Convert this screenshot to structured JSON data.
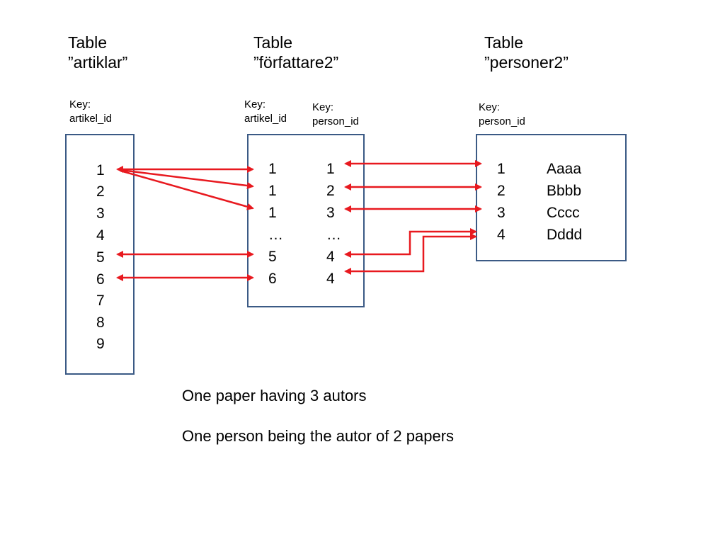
{
  "tables": {
    "artiklar": {
      "title_line1": "Table",
      "title_line2": "”artiklar”",
      "key_label": "Key:",
      "key_field": "artikel_id",
      "rows": [
        "1",
        "2",
        "3",
        "4",
        "5",
        "6",
        "7",
        "8",
        "9"
      ]
    },
    "forfattare2": {
      "title_line1": "Table",
      "title_line2": "”författare2”",
      "key1_label": "Key:",
      "key1_field": "artikel_id",
      "key2_label": "Key:",
      "key2_field": "person_id",
      "col_artikel": [
        "1",
        "1",
        "1",
        "…",
        "5",
        "6"
      ],
      "col_person": [
        "1",
        "2",
        "3",
        "…",
        "4",
        "4"
      ]
    },
    "personer2": {
      "title_line1": "Table",
      "title_line2": "”personer2”",
      "key_label": "Key:",
      "key_field": "person_id",
      "col_id": [
        "1",
        "2",
        "3",
        "4"
      ],
      "col_name": [
        "Aaaa",
        "Bbbb",
        "Cccc",
        "Dddd"
      ]
    }
  },
  "captions": {
    "line1": "One paper having 3 autors",
    "line2": "One person being the autor of 2 papers"
  },
  "colors": {
    "box_border": "#3b5a85",
    "arrow": "#e8191f"
  }
}
